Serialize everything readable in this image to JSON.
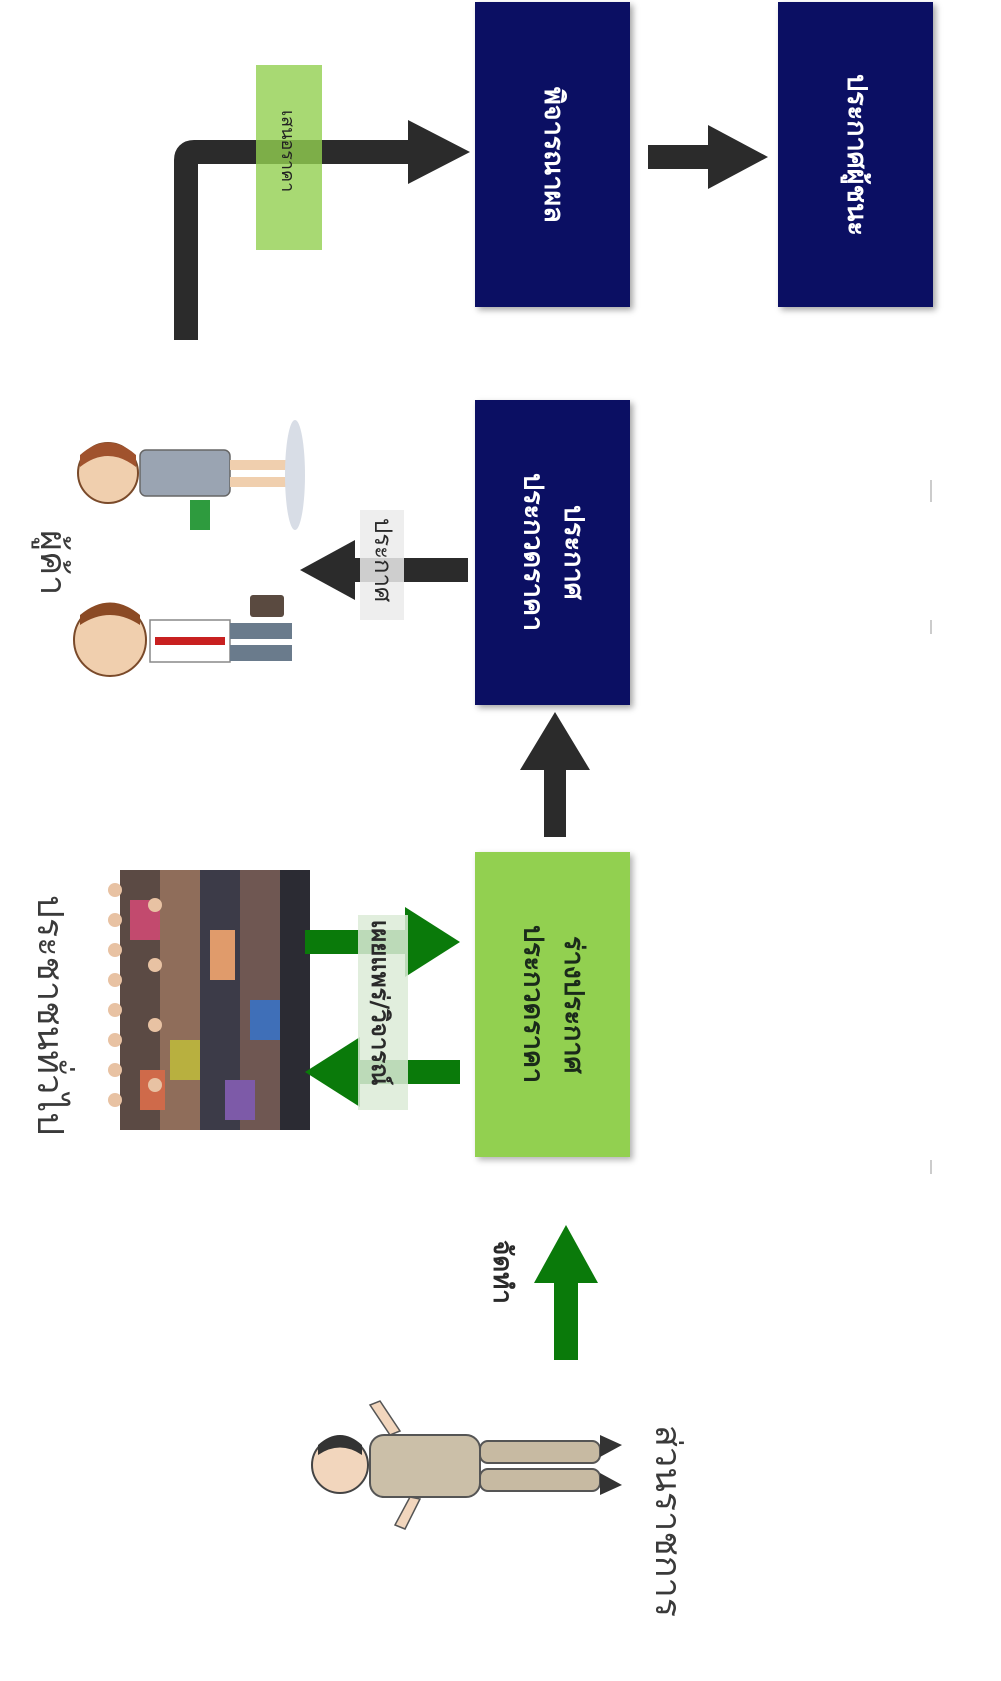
{
  "diagram": {
    "actors": {
      "government": "ส่วนราชการ",
      "public": "ประชาชนทั่วไป",
      "merchants": "ผู้ค้า"
    },
    "boxes": {
      "draft": [
        "ร่างประกาศ",
        "ประกวดราคา"
      ],
      "announce": [
        "ประกาศ",
        "ประกวดราคา"
      ],
      "consider": "พิจารณาผล",
      "winner": "ประกาศผู้ชนะ"
    },
    "arrow_labels": {
      "prepare": "จัดทำ",
      "publish_comment": "เผยแพร่/วิจารณ์",
      "announce": "ประกาศ",
      "bid": "เสนอราคา"
    },
    "colors": {
      "navy": "#0b0f63",
      "green_box": "#92d050",
      "green_arrow": "#0a7a0a",
      "dark_arrow": "#2b2b2b"
    }
  }
}
